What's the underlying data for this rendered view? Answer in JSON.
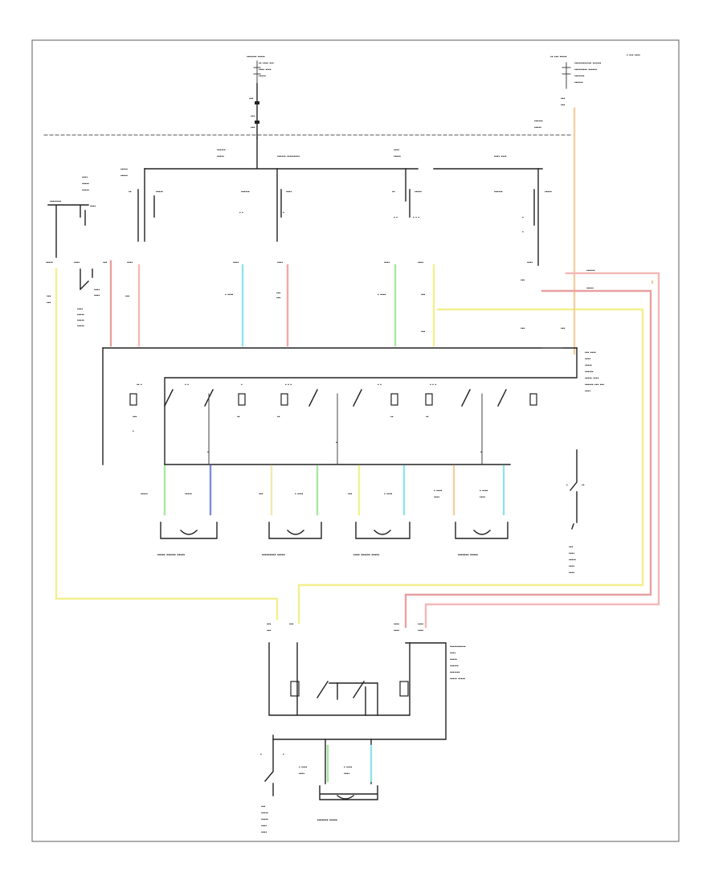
{
  "diagram": {
    "figure_code": "",
    "colors": {
      "frame": "#666666",
      "wire_black": "#222222",
      "red": "#e8a0a0",
      "pink": "#f4b8b8",
      "cyan": "#8fe3ec",
      "green": "#a8e8a0",
      "yellow": "#f2f08c",
      "blue": "#7a8ee0",
      "orange": "#f4cfa0"
    },
    "motor_captions": [
      {
        "id": "front-height-motor",
        "text": ""
      },
      {
        "id": "fore-aft-motor",
        "text": ""
      },
      {
        "id": "rear-height-motor",
        "text": ""
      },
      {
        "id": "recline-motor-driver",
        "text": ""
      },
      {
        "id": "recline-motor-passenger",
        "text": ""
      }
    ],
    "switch_unit_labels": {
      "driver_switch": "",
      "passenger_switch": ""
    }
  }
}
